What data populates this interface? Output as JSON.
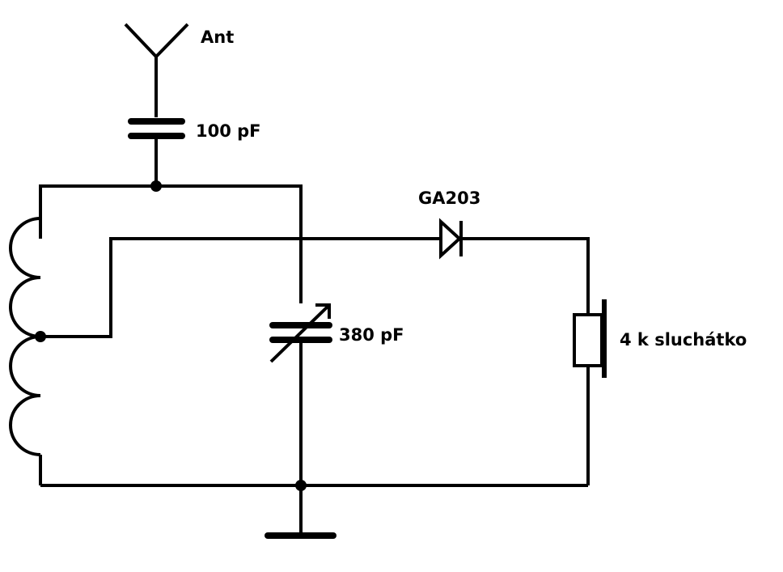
{
  "labels": {
    "antenna": "Ant",
    "input_capacitor": "100 pF",
    "diode": "GA203",
    "variable_capacitor": "380 pF",
    "earphone": "4 k sluchátko"
  },
  "colors": {
    "ink": "#000000",
    "background": "#ffffff"
  }
}
